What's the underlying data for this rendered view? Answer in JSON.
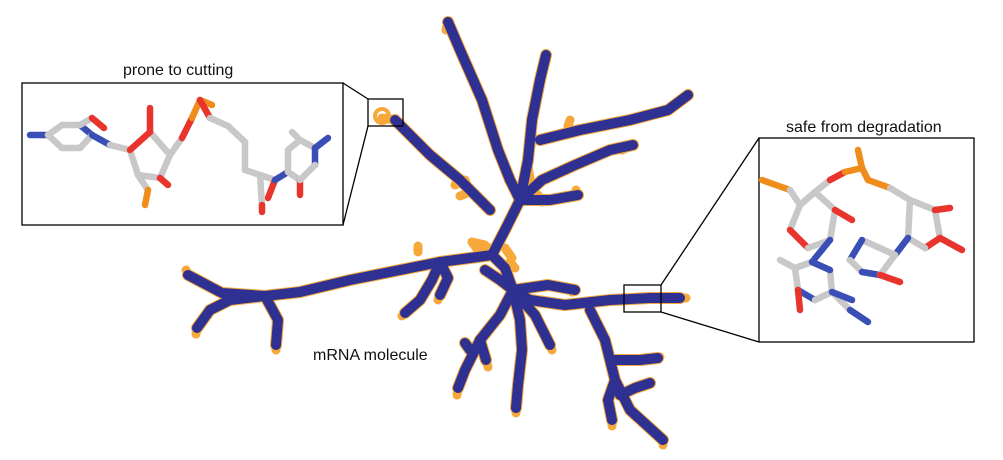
{
  "labels": {
    "prone": "prone to cutting",
    "safe": "safe from degradation",
    "molecule": "mRNA molecule"
  },
  "colors": {
    "backbone": "#2e3192",
    "exposed": "#f7a83a",
    "carbon": "#c8c8c8",
    "oxygen": "#e8342c",
    "nitrogen": "#3a4fb5",
    "phosphorus": "#f08c1c",
    "frame": "#000000"
  }
}
